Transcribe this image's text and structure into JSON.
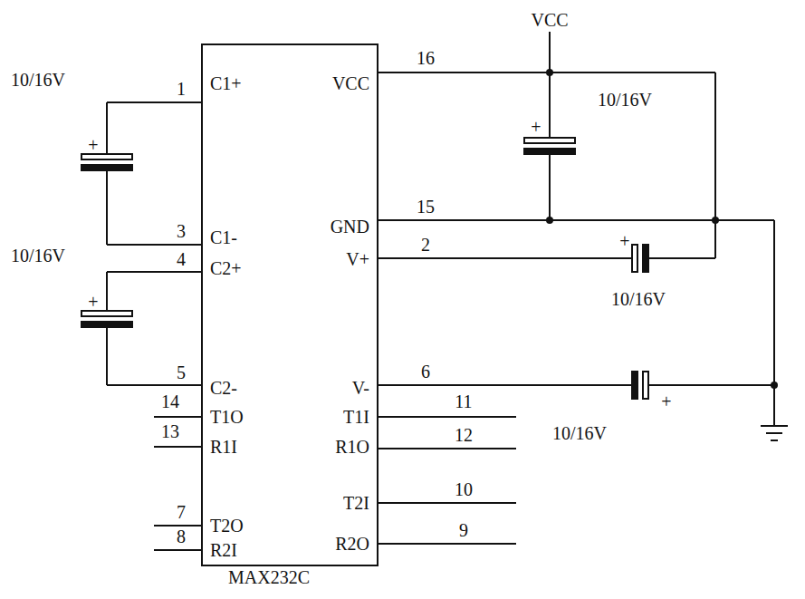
{
  "diagram": {
    "nodes": [
      {
        "text": [
          "MAX232C"
        ]
      }
    ],
    "labels": [
      "10/16V",
      "+",
      "C1+",
      "VCC",
      "1",
      "16",
      "VCC",
      "+",
      "10/16V",
      "3",
      "C1-",
      "GND",
      "15",
      "4",
      "C2+",
      "V+",
      "2",
      "+",
      "10/16V",
      "+",
      "10/16V",
      "5",
      "C2-",
      "V-",
      "6",
      "+",
      "14",
      "T1O",
      "T1I",
      "11",
      "13",
      "R1I",
      "R1O",
      "12",
      "10/16V",
      "7",
      "T2O",
      "T2I",
      "10",
      "8",
      "R2I",
      "R2O",
      "9"
    ]
  }
}
